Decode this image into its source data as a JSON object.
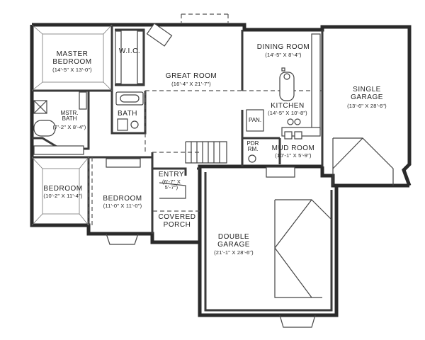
{
  "rooms": {
    "master_bedroom": {
      "name_line1": "MASTER",
      "name_line2": "BEDROOM",
      "dims": "(14'-5\" X 13'-0\")"
    },
    "wic": {
      "name": "W.I.C."
    },
    "great_room": {
      "name": "GREAT ROOM",
      "dims": "(16'-4\" X 21'-7\")"
    },
    "dining_room": {
      "name": "DINING ROOM",
      "dims": "(14'-5\" X 8'-4\")"
    },
    "single_garage": {
      "name_line1": "SINGLE",
      "name_line2": "GARAGE",
      "dims": "(13'-6\" X 28'-6\")"
    },
    "mstr_bath": {
      "name_line1": "MSTR.",
      "name_line2": "BATH",
      "dims": "(7'-2\" X 8'-4\")"
    },
    "bath": {
      "name": "BATH"
    },
    "kitchen": {
      "name": "KITCHEN",
      "dims": "(14'-5\" X 10'-8\")"
    },
    "pantry": {
      "name": "PAN."
    },
    "powder_room": {
      "name_line1": "PDR",
      "name_line2": "RM."
    },
    "mud_room": {
      "name": "MUD ROOM",
      "dims": "(10'-1\" X 5'-9\")"
    },
    "entry": {
      "name": "ENTRY",
      "dims_line1": "(6'-7\" X",
      "dims_line2": "5'-7\")"
    },
    "bedroom_left": {
      "name": "BEDROOM",
      "dims": "(10'-2\" X 11'-4\")"
    },
    "bedroom_center": {
      "name": "BEDROOM",
      "dims": "(11'-0\" X 11'-0\")"
    },
    "covered_porch": {
      "name_line1": "COVERED",
      "name_line2": "PORCH"
    },
    "double_garage": {
      "name_line1": "DOUBLE",
      "name_line2": "GARAGE",
      "dims": "(21'-1\" X 28'-6\")"
    }
  }
}
